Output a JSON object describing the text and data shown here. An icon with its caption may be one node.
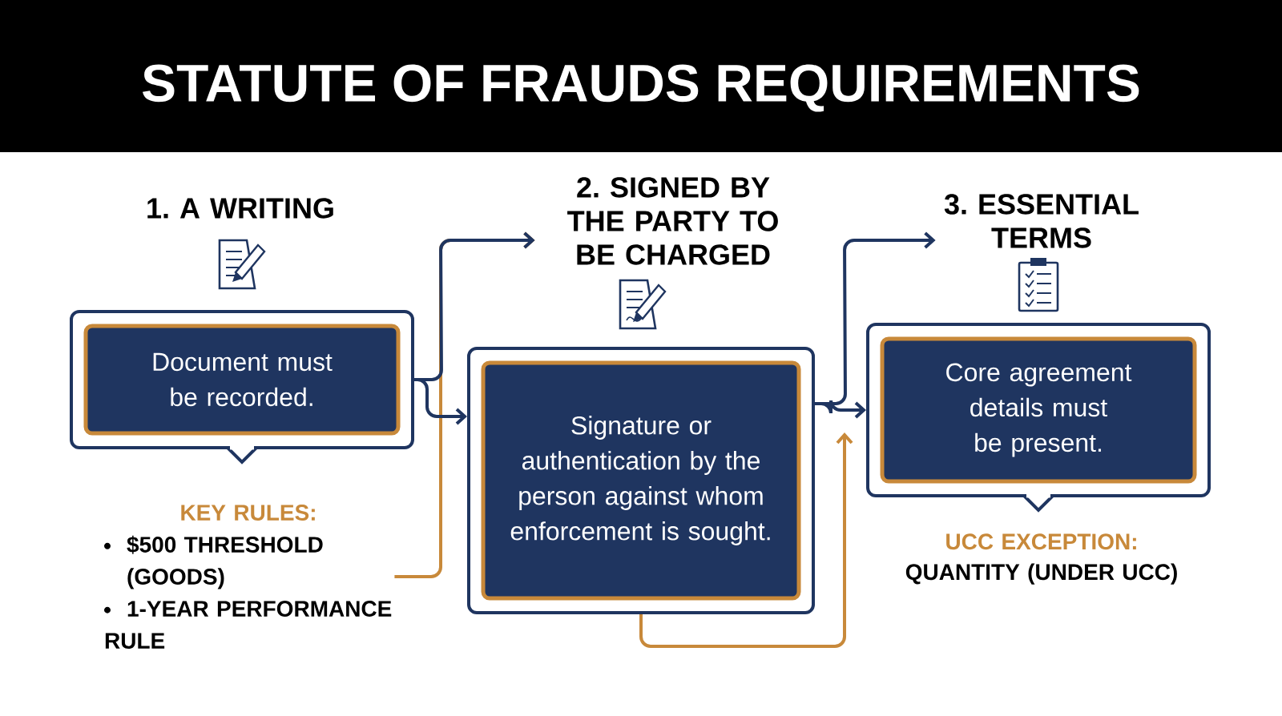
{
  "diagram": {
    "title": "STATUTE OF FRAUDS REQUIREMENTS",
    "nodes": [
      {
        "text": [
          "1. A WRITING"
        ]
      },
      {
        "text": [
          "Document must be recorded."
        ]
      },
      {
        "text": [
          "KEY RULES:",
          "$500 THRESHOLD (GOODS)",
          "1-YEAR PERFORMANCE RULE"
        ]
      },
      {
        "text": [
          "2. SIGNED BY THE PARTY TO BE CHARGED"
        ]
      },
      {
        "text": [
          "Signature or authentication by the person against whom enforcement is sought."
        ]
      },
      {
        "text": [
          "3. ESSENTIAL TERMS"
        ]
      },
      {
        "text": [
          "Core agreement details must be present."
        ]
      },
      {
        "text": [
          "UCC EXCEPTION:",
          "QUANTITY (UNDER UCC)"
        ]
      }
    ],
    "edges": [
      {
        "from": 2,
        "to": 3,
        "arrow": "to",
        "color": "#c8893a"
      },
      {
        "from": 1,
        "to": 4,
        "arrow": "to"
      },
      {
        "from": 1,
        "to": 3,
        "arrow": "to"
      },
      {
        "from": 4,
        "to": 6,
        "arrow": "to"
      },
      {
        "from": 4,
        "to": 5,
        "arrow": "to"
      },
      {
        "from": 4,
        "to": 6,
        "arrow": "to",
        "color": "#c8893a"
      }
    ]
  }
}
